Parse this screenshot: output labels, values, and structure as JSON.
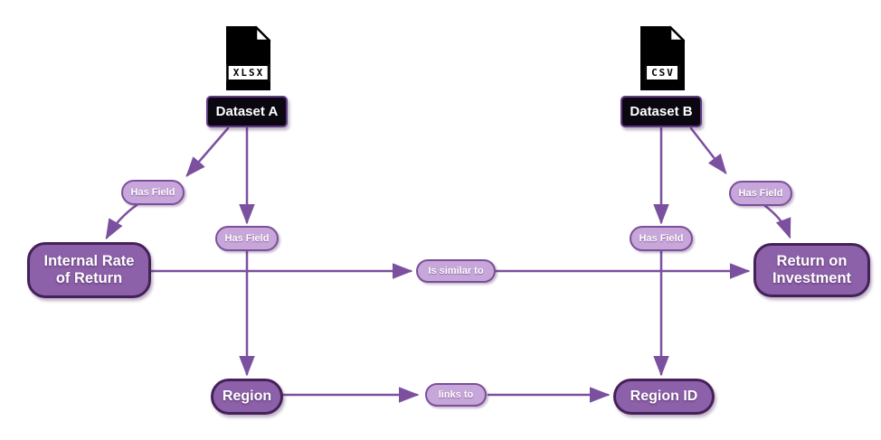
{
  "diagram": {
    "colors": {
      "node_fill": "#8d61a9",
      "node_border": "#45215a",
      "pill_fill": "#c7a6d9",
      "pill_border": "#7b4f9b",
      "edge": "#7b509e",
      "dataset_fill": "#0b0710",
      "dataset_border": "#5f3a85",
      "text": "#ffffff",
      "background": "#ffffff"
    },
    "files": {
      "dataset_a": {
        "badge": "XLSX"
      },
      "dataset_b": {
        "badge": "CSV"
      }
    },
    "nodes": {
      "dataset_a": {
        "label": "Dataset A"
      },
      "dataset_b": {
        "label": "Dataset B"
      },
      "irr": {
        "label": "Internal Rate of Return"
      },
      "roi": {
        "label": "Return on Investment"
      },
      "region": {
        "label": "Region"
      },
      "region_id": {
        "label": "Region ID"
      }
    },
    "edges": {
      "a_to_irr": {
        "label": "Has Field"
      },
      "a_to_region": {
        "label": "Has Field"
      },
      "b_to_region_id": {
        "label": "Has Field"
      },
      "b_to_roi": {
        "label": "Has Field"
      },
      "irr_to_roi": {
        "label": "Is similar to"
      },
      "region_to_region_id": {
        "label": "links to"
      }
    }
  }
}
